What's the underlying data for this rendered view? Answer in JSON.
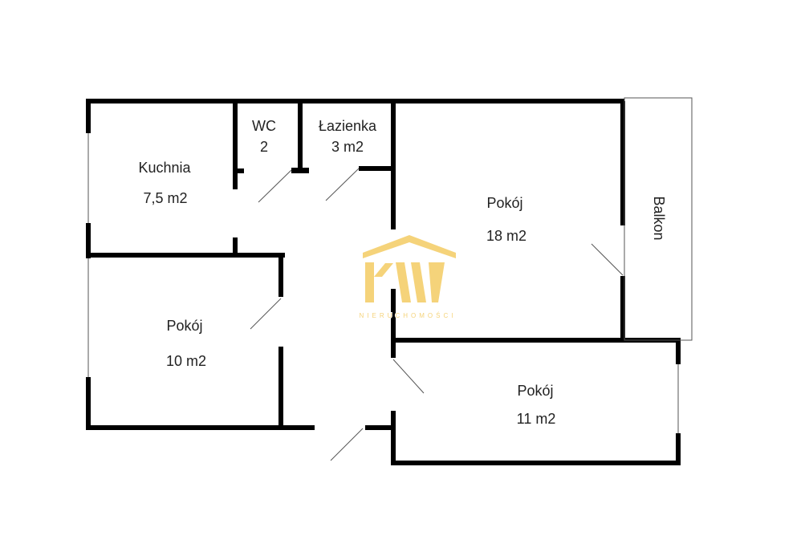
{
  "rooms": [
    {
      "name": "Kuchnia",
      "area": "7,5 m2"
    },
    {
      "name": "WC",
      "area": "2"
    },
    {
      "name": "Łazienka",
      "area": "3 m2"
    },
    {
      "name": "Pokój",
      "area": "18 m2"
    },
    {
      "name": "Pokój",
      "area": "10 m2"
    },
    {
      "name": "Pokój",
      "area": "11 m2"
    },
    {
      "name": "Balkon"
    }
  ],
  "logo": {
    "text": "NIERUCHOMOŚCI",
    "color": "#f5d37a"
  },
  "colors": {
    "wall": "#000000",
    "background": "#ffffff"
  }
}
